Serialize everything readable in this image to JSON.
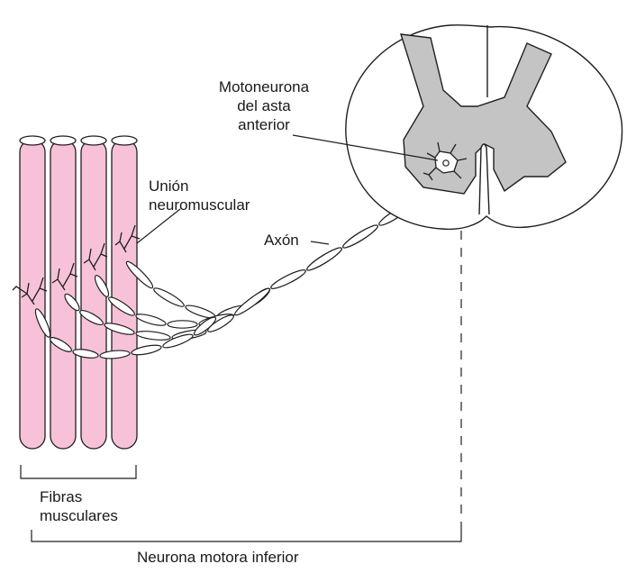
{
  "labels": {
    "motoneuron": "Motoneurona\ndel asta\nanterior",
    "junction": "Unión\nneuromuscular",
    "axon": "Axón",
    "fibers": "Fibras\nmusculares",
    "lower_motor_neuron": "Neurona motora inferior"
  },
  "colors": {
    "muscle_fiber": "#f7c2d8",
    "gray_matter": "#c4c4c4",
    "outline": "#1f1f1f",
    "background": "#ffffff"
  }
}
